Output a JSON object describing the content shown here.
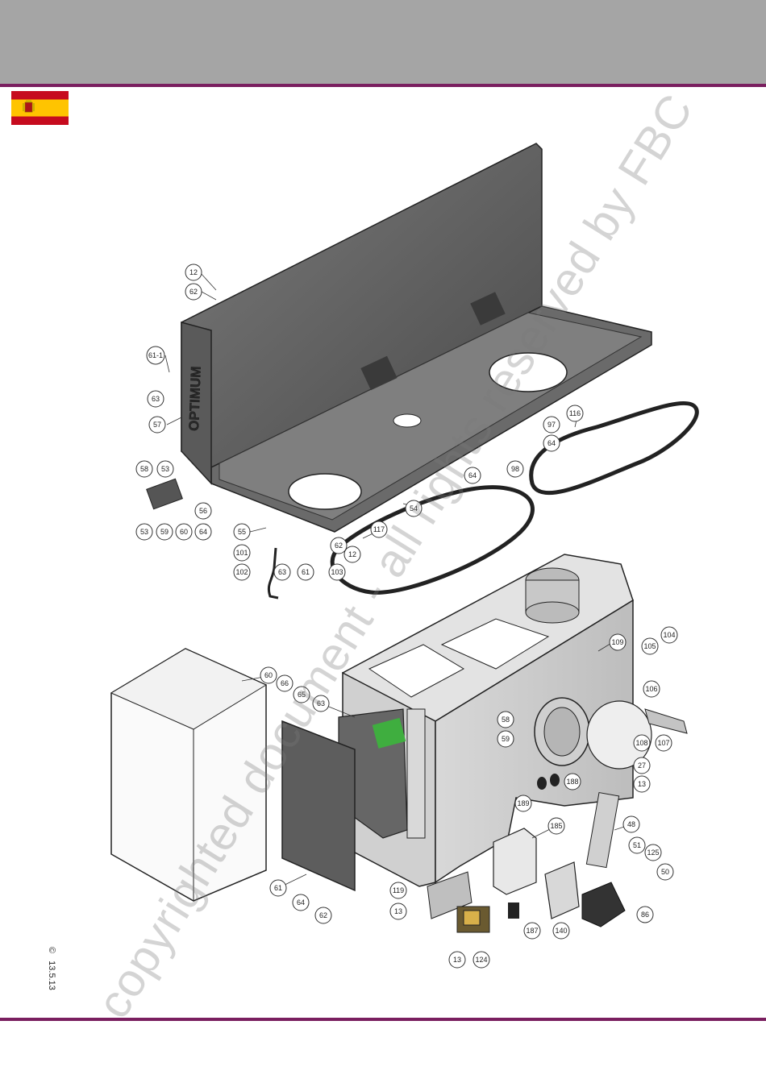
{
  "header": {
    "brand_color": "#7a1f5f",
    "band_color": "#a5a5a5"
  },
  "flag": {
    "icon": "spain-flag-icon"
  },
  "footer": {
    "copyright_symbol": "©",
    "date": "13.5.13"
  },
  "watermark": {
    "text": "copyrighted document - all rights reserved by FBC"
  },
  "drawing": {
    "logo_text": "OPTIMUM",
    "callouts": {
      "c12a": "12",
      "c62a": "62",
      "c611": "61-1",
      "c63a": "63",
      "c57": "57",
      "c58a": "58",
      "c53a": "53",
      "c53b": "53",
      "c59a": "59",
      "c60a": "60",
      "c56": "56",
      "c64a": "64",
      "c55": "55",
      "c101": "101",
      "c102": "102",
      "c63b": "63",
      "c61a": "61",
      "c103": "103",
      "c62b": "62",
      "c12b": "12",
      "c117": "117",
      "c54": "54",
      "c64b": "64",
      "c98": "98",
      "c97": "97",
      "c64c": "64",
      "c116": "116",
      "c104": "104",
      "c105": "105",
      "c109": "109",
      "c106": "106",
      "c107": "107",
      "c108": "108",
      "c60b": "60",
      "c66": "66",
      "c65": "65",
      "c63c": "63",
      "c58b": "58",
      "c59b": "59",
      "c27": "27",
      "c13a": "13",
      "c188": "188",
      "c189": "189",
      "c48": "48",
      "c51": "51",
      "c125": "125",
      "c50": "50",
      "c185": "185",
      "c86": "86",
      "c140": "140",
      "c187": "187",
      "c119": "119",
      "c13b": "13",
      "c124": "124",
      "c13c": "13",
      "c61b": "61",
      "c64d": "64",
      "c62c": "62"
    }
  }
}
